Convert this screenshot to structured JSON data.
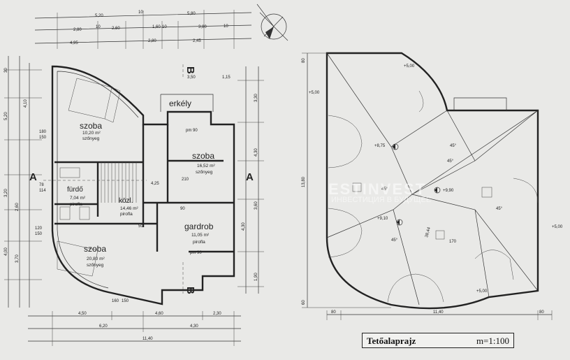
{
  "title": "Tetőalaprajz",
  "scale": "m=1:100",
  "watermark": {
    "brand": "ESTINVEST",
    "tagline": "ИНВЕСТИЦИЯ В БУДУЩЕЕ"
  },
  "section_marks": {
    "a": "A",
    "b": "B"
  },
  "rooms": {
    "szoba1": {
      "name": "szoba",
      "area": "10,20 m²",
      "floor": "szőnyeg"
    },
    "szoba2": {
      "name": "szoba",
      "area": "16,52 m²",
      "floor": "szőnyeg"
    },
    "szoba3": {
      "name": "szoba",
      "area": "20,80 m²",
      "floor": "szőnyeg"
    },
    "erkely": {
      "name": "erkély"
    },
    "furdo": {
      "name": "fürdő",
      "area": "7,04 m²",
      "floor": "pirofla"
    },
    "kozl": {
      "name": "közl.",
      "area": "14,46 m²",
      "floor": "pirofla"
    },
    "gardrob": {
      "name": "gardrob",
      "area": "11,05 m²",
      "floor": "pirofla"
    }
  },
  "plan_dims": {
    "top_row1": [
      "5,20",
      "10",
      "5,80"
    ],
    "top_row2": [
      "2,80",
      "10",
      "2,60",
      "1,60",
      "10",
      "3,80",
      "10"
    ],
    "top_row3": [
      "4,95",
      "2,80",
      "2,45"
    ],
    "bottom_row1": [
      "4,50",
      "4,60",
      "2,30"
    ],
    "bottom_row2": [
      "6,20",
      "4,30"
    ],
    "bottom_row3": [
      "11,40"
    ],
    "left": [
      "30",
      "5,20",
      "4,10",
      "3,20",
      "2,60",
      "4,00",
      "3,70"
    ],
    "right": [
      "3,30",
      "4,30",
      "3,60",
      "4,30",
      "1,90"
    ],
    "misc": [
      "3,50",
      "1,15",
      "180",
      "150",
      "120",
      "150",
      "78",
      "114",
      "4,25",
      "pm 90",
      "pm 90",
      "210",
      "50",
      "90",
      "150",
      "160"
    ]
  },
  "roof": {
    "elevations": [
      "+5,00",
      "+5,00",
      "+5,00",
      "+5,00",
      "+8,75",
      "+9,90",
      "+9,10"
    ],
    "angles": [
      "45°",
      "45°",
      "45°",
      "45°",
      "45°"
    ],
    "ridge": [
      "38,44",
      "170"
    ],
    "dims": [
      "80",
      "13,80",
      "60",
      "80",
      "11,40",
      "80"
    ]
  }
}
